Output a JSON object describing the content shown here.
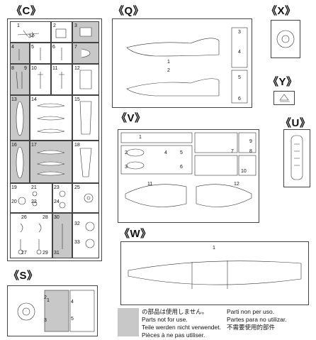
{
  "sections": {
    "C": {
      "title": "《C》"
    },
    "Q": {
      "title": "《Q》"
    },
    "X": {
      "title": "《X》"
    },
    "Y": {
      "title": "《Y》"
    },
    "V": {
      "title": "《V》"
    },
    "U": {
      "title": "《U》"
    },
    "W": {
      "title": "《W》"
    },
    "S": {
      "title": "《S》"
    }
  },
  "part_numbers": {
    "C": [
      "1",
      "34",
      "2",
      "3",
      "4",
      "5",
      "6",
      "7",
      "8",
      "9",
      "10",
      "11",
      "12",
      "13",
      "14",
      "15",
      "16",
      "17",
      "18",
      "19",
      "21",
      "23",
      "25",
      "20",
      "22",
      "24",
      "26",
      "28",
      "30",
      "32",
      "33",
      "27",
      "29",
      "31"
    ],
    "Q": [
      "3",
      "4",
      "1",
      "2",
      "5",
      "6"
    ],
    "V": [
      "1",
      "2",
      "4",
      "5",
      "7",
      "8",
      "9",
      "3",
      "6",
      "10",
      "11",
      "12"
    ],
    "W": [
      "1"
    ],
    "S": [
      "1",
      "2",
      "4",
      "3",
      "5"
    ]
  },
  "legend": {
    "lines": [
      "の部品は使用しません。",
      "Parts not for use.",
      "Teile werden nicht verwendet.",
      "Pièces à ne pas utiliser.",
      "Parti non per uso.",
      "Partes para no utilizar.",
      "不需要使用的部件"
    ]
  },
  "colors": {
    "unused_parts": "#c8c8c8",
    "line": "#444444"
  }
}
